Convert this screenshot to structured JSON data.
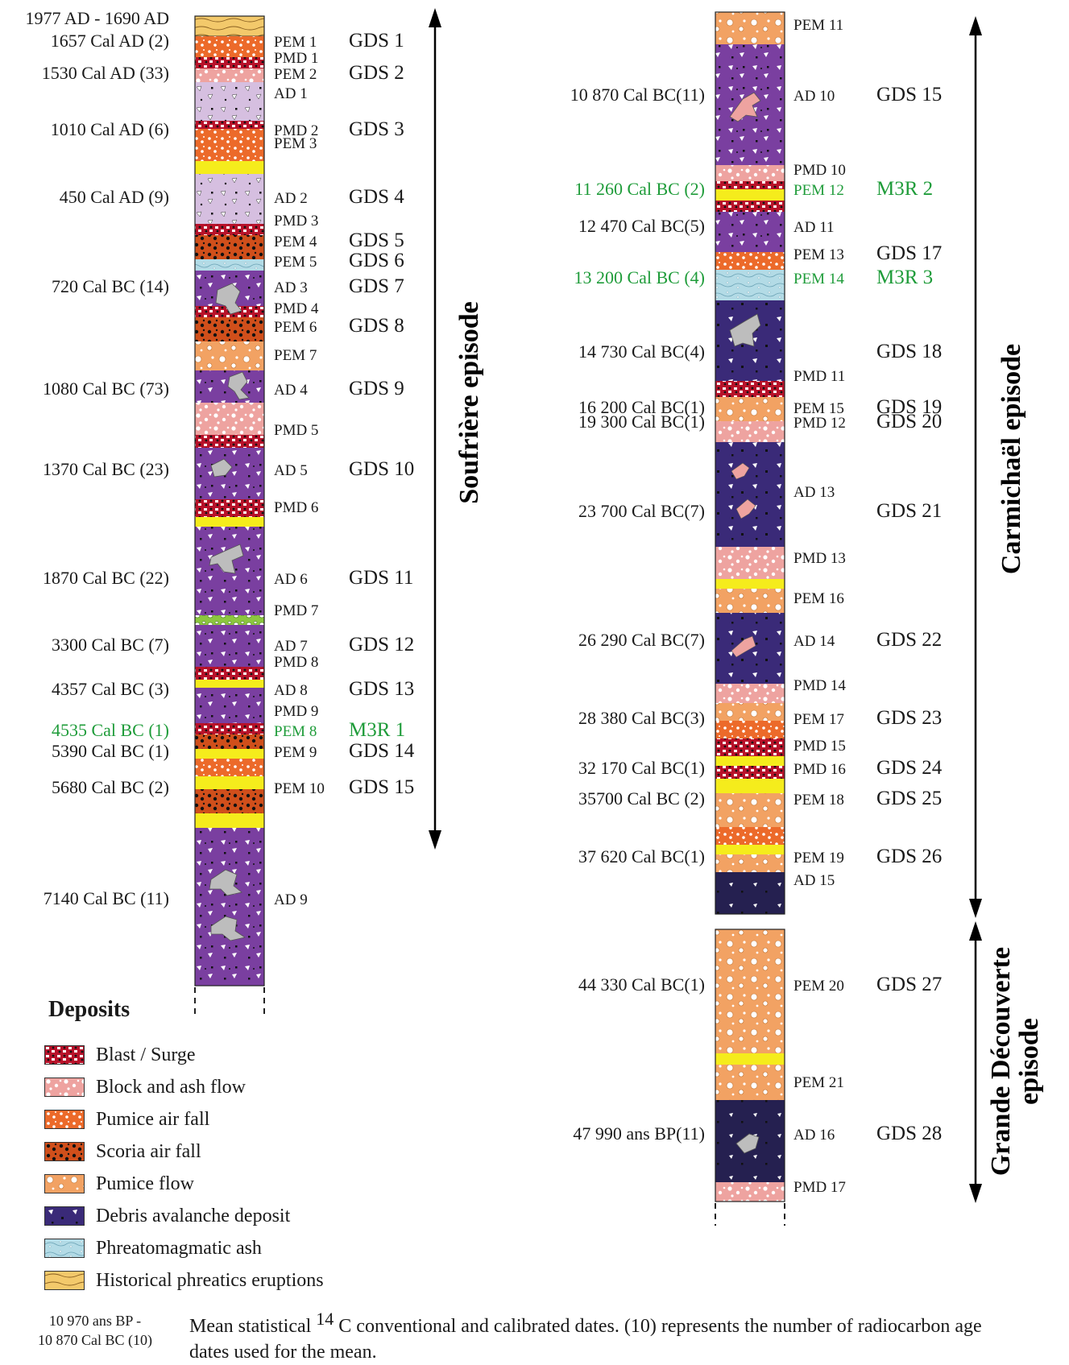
{
  "colors": {
    "blast": "#b8122a",
    "baf": "#eea3a0",
    "pumice_fall": "#ec6a2a",
    "scoria": "#d04f1b",
    "pumice_flow": "#f2a263",
    "debris": "#7a3fa0",
    "debris_light": "#b598c8",
    "debris_dark": "#322563",
    "debris_navy": "#252050",
    "phreato": "#b3dbe6",
    "hist": "#f3c96b",
    "yellow": "#f5ec1c",
    "green": "#8cc63f",
    "date_green": "#1f9c3a"
  },
  "left_column": {
    "episode": "Soufrière episode",
    "rows": [
      {
        "date": "1977 AD - 1690 AD",
        "unit": "",
        "gds": ""
      },
      {
        "date": "1657 Cal AD (2)",
        "unit": "PEM 1",
        "gds": "GDS 1"
      },
      {
        "date": "",
        "unit": "PMD 1",
        "gds": ""
      },
      {
        "date": "1530 Cal AD (33)",
        "unit": "PEM 2",
        "gds": "GDS 2"
      },
      {
        "date": "",
        "unit": "AD 1",
        "gds": ""
      },
      {
        "date": "1010 Cal AD (6)",
        "unit": "PMD 2",
        "gds": "GDS 3"
      },
      {
        "date": "",
        "unit": "PEM 3",
        "gds": ""
      },
      {
        "date": "450 Cal AD (9)",
        "unit": "AD 2",
        "gds": "GDS 4"
      },
      {
        "date": "",
        "unit": "PMD 3",
        "gds": ""
      },
      {
        "date": "",
        "unit": "PEM 4",
        "gds": "GDS 5"
      },
      {
        "date": "",
        "unit": "PEM 5",
        "gds": "GDS 6"
      },
      {
        "date": "720 Cal BC (14)",
        "unit": "AD 3",
        "gds": "GDS 7"
      },
      {
        "date": "",
        "unit": "PMD 4",
        "gds": ""
      },
      {
        "date": "",
        "unit": "PEM 6",
        "gds": "GDS 8"
      },
      {
        "date": "",
        "unit": "PEM 7",
        "gds": ""
      },
      {
        "date": "1080 Cal BC (73)",
        "unit": "AD 4",
        "gds": "GDS 9"
      },
      {
        "date": "",
        "unit": "PMD 5",
        "gds": ""
      },
      {
        "date": "1370 Cal BC (23)",
        "unit": "AD 5",
        "gds": "GDS 10"
      },
      {
        "date": "",
        "unit": "PMD 6",
        "gds": ""
      },
      {
        "date": "1870 Cal BC (22)",
        "unit": "AD 6",
        "gds": "GDS 11"
      },
      {
        "date": "",
        "unit": "PMD 7",
        "gds": ""
      },
      {
        "date": "3300 Cal BC (7)",
        "unit": "AD 7",
        "gds": "GDS 12"
      },
      {
        "date": "",
        "unit": "PMD 8",
        "gds": ""
      },
      {
        "date": "4357 Cal BC (3)",
        "unit": "AD 8",
        "gds": "GDS 13"
      },
      {
        "date": "",
        "unit": "PMD 9",
        "gds": ""
      },
      {
        "date": "4535 Cal BC (1)",
        "unit": "PEM 8",
        "gds": "M3R 1",
        "green": true
      },
      {
        "date": "5390 Cal BC (1)",
        "unit": "PEM 9",
        "gds": "GDS 14"
      },
      {
        "date": "5680 Cal BC (2)",
        "unit": "PEM 10",
        "gds": "GDS 15"
      },
      {
        "date": "7140 Cal BC (11)",
        "unit": "AD 9",
        "gds": ""
      }
    ]
  },
  "right_column": {
    "episode_1": "Carmichaël episode",
    "episode_2_line1": "Grande Découverte",
    "episode_2_line2": "episode",
    "rows": [
      {
        "date": "",
        "unit": "PEM 11",
        "gds": ""
      },
      {
        "date": "10 870 Cal BC(11)",
        "unit": "AD 10",
        "gds": "GDS 15"
      },
      {
        "date": "",
        "unit": "PMD 10",
        "gds": ""
      },
      {
        "date": "11 260 Cal BC (2)",
        "unit": "PEM 12",
        "gds": "M3R 2",
        "green": true
      },
      {
        "date": "12 470 Cal BC(5)",
        "unit": "AD 11",
        "gds": ""
      },
      {
        "date": "",
        "unit": "PEM 13",
        "gds": "GDS 17"
      },
      {
        "date": "13 200 Cal BC (4)",
        "unit": "PEM 14",
        "gds": "M3R 3",
        "green": true
      },
      {
        "date": "14 730 Cal BC(4)",
        "unit": "",
        "gds": "GDS 18"
      },
      {
        "date": "",
        "unit": "PMD 11",
        "gds": ""
      },
      {
        "date": "16 200 Cal BC(1)",
        "unit": "PEM 15",
        "gds": "GDS 19"
      },
      {
        "date": "19 300 Cal BC(1)",
        "unit": "PMD 12",
        "gds": "GDS 20"
      },
      {
        "date": "",
        "unit": "AD 13",
        "gds": ""
      },
      {
        "date": "23 700 Cal BC(7)",
        "unit": "",
        "gds": "GDS 21"
      },
      {
        "date": "",
        "unit": "PMD 13",
        "gds": ""
      },
      {
        "date": "",
        "unit": "PEM 16",
        "gds": ""
      },
      {
        "date": "26 290 Cal BC(7)",
        "unit": "AD 14",
        "gds": "GDS 22"
      },
      {
        "date": "",
        "unit": "PMD 14",
        "gds": ""
      },
      {
        "date": "28 380 Cal BC(3)",
        "unit": "PEM 17",
        "gds": "GDS 23"
      },
      {
        "date": "",
        "unit": "PMD 15",
        "gds": ""
      },
      {
        "date": "32 170 Cal BC(1)",
        "unit": "PMD 16",
        "gds": "GDS 24"
      },
      {
        "date": "35700 Cal BC (2)",
        "unit": "PEM 18",
        "gds": "GDS 25"
      },
      {
        "date": "37 620 Cal BC(1)",
        "unit": "PEM 19",
        "gds": "GDS 26"
      },
      {
        "date": "",
        "unit": "AD 15",
        "gds": ""
      },
      {
        "date": "44 330 Cal BC(1)",
        "unit": "PEM 20",
        "gds": "GDS 27"
      },
      {
        "date": "",
        "unit": "PEM 21",
        "gds": ""
      },
      {
        "date": "47 990 ans BP(11)",
        "unit": "AD 16",
        "gds": "GDS 28"
      },
      {
        "date": "",
        "unit": "PMD 17",
        "gds": ""
      }
    ]
  },
  "legend": {
    "title": "Deposits",
    "items": [
      {
        "label": "Blast / Surge",
        "pattern": "blast"
      },
      {
        "label": "Block and ash flow",
        "pattern": "baf"
      },
      {
        "label": "Pumice air fall",
        "pattern": "pumice_fall"
      },
      {
        "label": "Scoria air fall",
        "pattern": "scoria"
      },
      {
        "label": "Pumice flow",
        "pattern": "pumice_flow"
      },
      {
        "label": "Debris avalanche deposit",
        "pattern": "debris"
      },
      {
        "label": "Phreatomagmatic ash",
        "pattern": "phreato"
      },
      {
        "label": "Historical phreatics eruptions",
        "pattern": "hist"
      }
    ]
  },
  "note": {
    "code_line1": "10 970 ans BP -",
    "code_line2": "10 870 Cal BC (10)",
    "text_before": "Mean statistical ",
    "superscript": "14",
    "text_after": " C conventional and calibrated dates. (10) represents the number of radiocarbon age dates used for the mean."
  }
}
